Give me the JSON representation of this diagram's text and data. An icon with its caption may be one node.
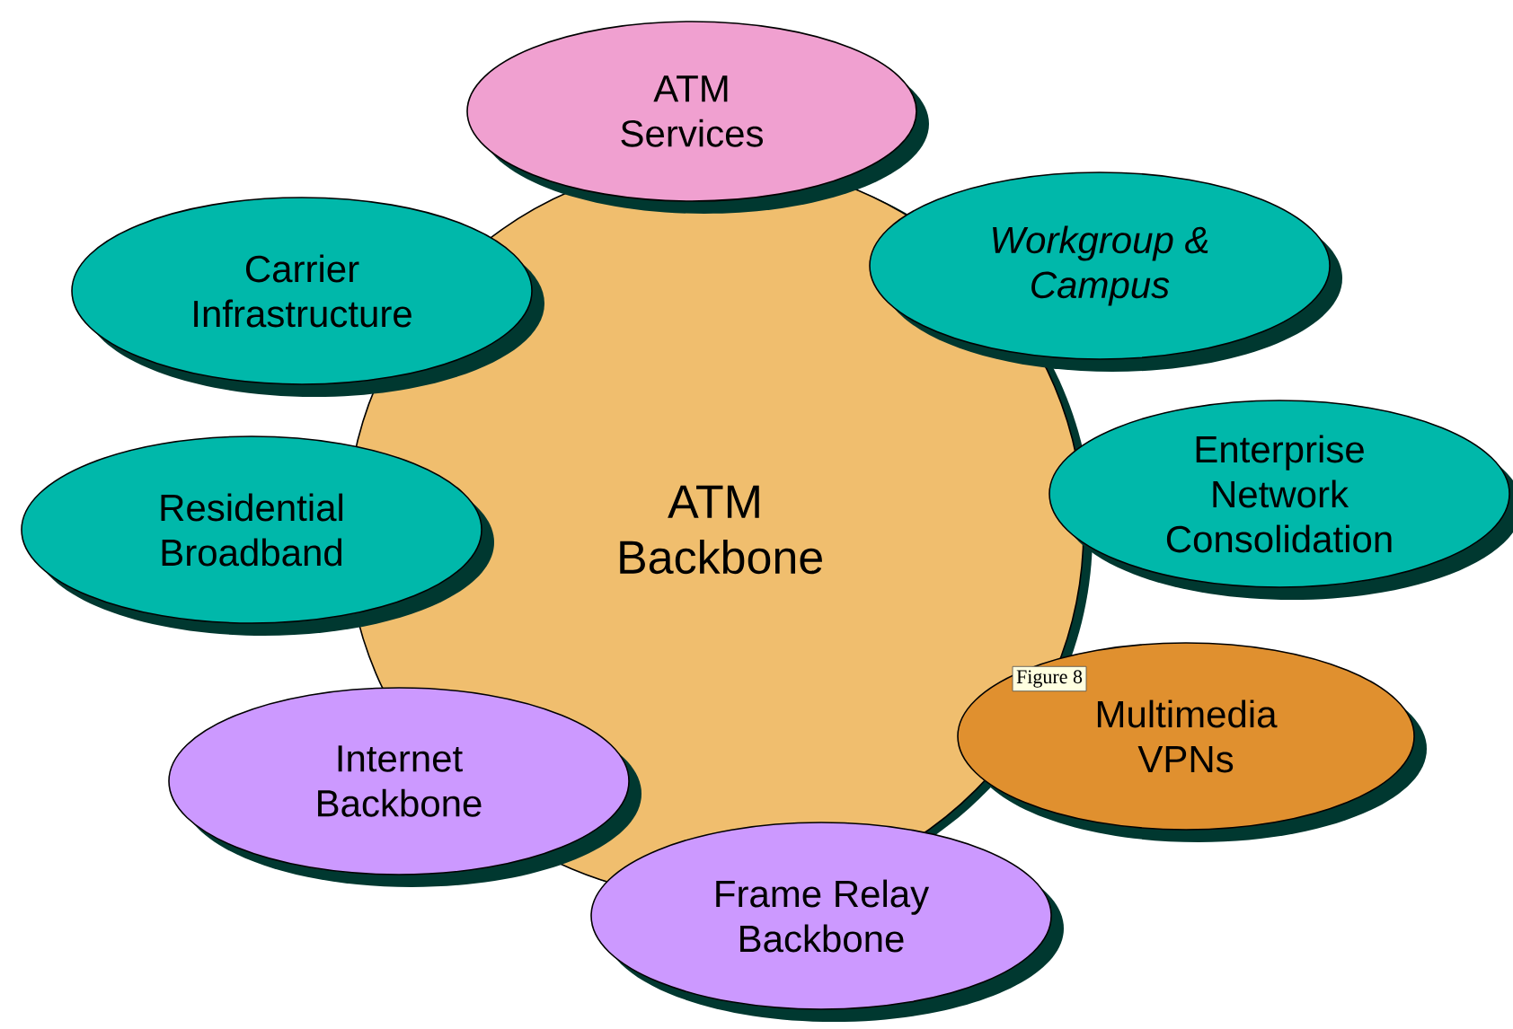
{
  "diagram": {
    "nodes": [
      {
        "text": [
          "ATM Backbone"
        ]
      },
      {
        "text": [
          "ATM Services"
        ]
      },
      {
        "text": [
          "Carrier Infrastructure"
        ]
      },
      {
        "text": [
          "Workgroup & Campus"
        ]
      },
      {
        "text": [
          "Residential Broadband"
        ]
      },
      {
        "text": [
          "Enterprise Network Consolidation"
        ]
      },
      {
        "text": [
          "Multimedia VPNs"
        ]
      },
      {
        "text": [
          "Internet Backbone"
        ]
      },
      {
        "text": [
          "Frame Relay Backbone"
        ]
      }
    ],
    "labels": [
      "Figure 8"
    ]
  }
}
